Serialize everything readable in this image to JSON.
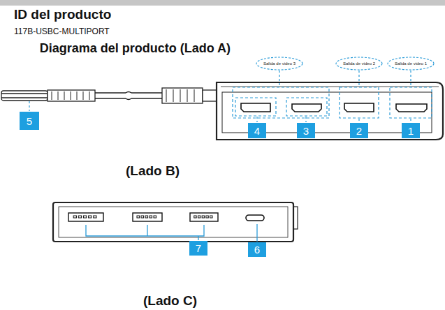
{
  "diagram": {
    "title": "ID del producto",
    "nodes": [
      {
        "text": [
          "Salida de video 3"
        ]
      },
      {
        "text": [
          "Salida de video 2"
        ]
      },
      {
        "text": [
          "Salida de video 1"
        ]
      },
      {
        "text": [
          "5"
        ]
      },
      {
        "text": [
          "4"
        ]
      },
      {
        "text": [
          "3"
        ]
      },
      {
        "text": [
          "2"
        ]
      },
      {
        "text": [
          "1"
        ]
      },
      {
        "text": [
          "7"
        ]
      },
      {
        "text": [
          "6"
        ]
      }
    ],
    "labels": [
      "117B-USBC-MULTIPORT",
      "Diagrama del producto (Lado A)",
      "(Lado B)",
      "(Lado C)"
    ]
  }
}
